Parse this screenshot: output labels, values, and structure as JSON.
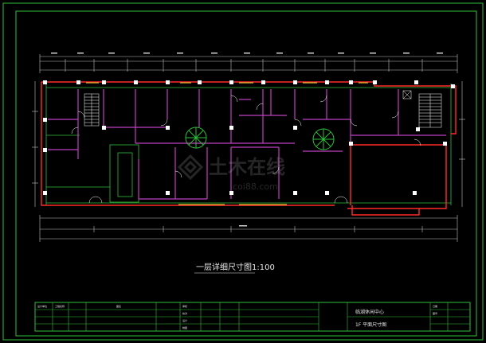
{
  "drawing": {
    "caption": "一层详细尺寸图1:100",
    "watermark": "土木在线",
    "watermark_sub": "coi88.com"
  },
  "title_block": {
    "project": "临湖休闲中心",
    "sheet": "1F 平面尺寸图",
    "small_labels": [
      "设计单位",
      "工程名称",
      "图名",
      "审核",
      "校对",
      "设计",
      "制图",
      "日期",
      "图号"
    ]
  },
  "colors": {
    "background": "#000000",
    "frame": "#2fbf3a",
    "wall": "#ff2a2a",
    "partition": "#c040c0",
    "dimension": "#c8c8c8",
    "column": "#ffffff"
  }
}
